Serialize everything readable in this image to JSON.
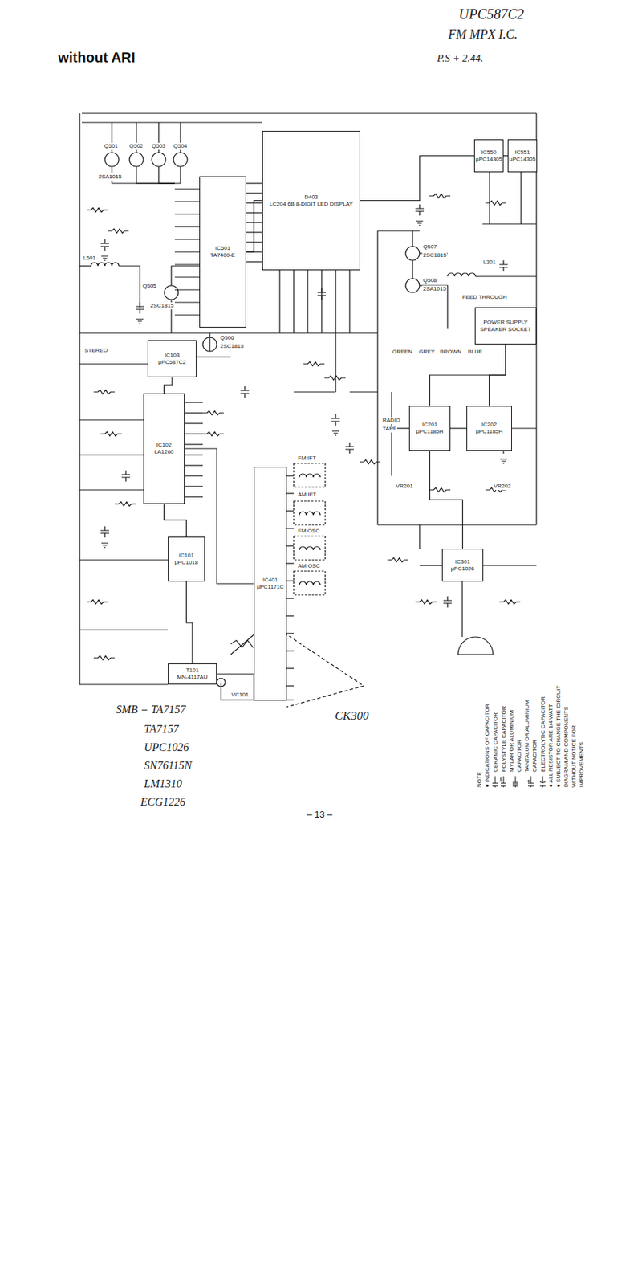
{
  "diagram": {
    "title": "without ARI",
    "caption": "– 13 –",
    "nodes": [
      {
        "text": [
          "D403",
          "LC204 6B 8-DIGIT LED DISPLAY"
        ]
      },
      {
        "text": [
          "IC501",
          "TA7400-E"
        ]
      },
      {
        "text": [
          "IC103",
          "μPC587C2"
        ]
      },
      {
        "text": [
          "IC102",
          "LA1260"
        ]
      },
      {
        "text": [
          "IC101",
          "μPC1018"
        ]
      },
      {
        "text": [
          "IC401",
          "μPC1171C"
        ]
      },
      {
        "text": [
          "T101",
          "MN-4117AU"
        ]
      },
      {
        "text": [
          "IC201",
          "μPC1185H"
        ]
      },
      {
        "text": [
          "IC202",
          "μPC1185H"
        ]
      },
      {
        "text": [
          "POWER SUPPLY SPEAKER SOCKET"
        ]
      },
      {
        "text": [
          "IC301",
          "μPC1026"
        ]
      },
      {
        "text": [
          "IC550",
          "μPC14305"
        ]
      },
      {
        "text": [
          "IC551",
          "μPC14305"
        ]
      }
    ],
    "edges": [
      {
        "from": 1,
        "to": 0,
        "arrow": "none"
      },
      {
        "from": 2,
        "to": 3,
        "arrow": "none"
      },
      {
        "from": 3,
        "to": 4,
        "arrow": "none"
      },
      {
        "from": 6,
        "to": 4,
        "arrow": "none"
      },
      {
        "from": 5,
        "to": 3,
        "arrow": "none"
      },
      {
        "from": 7,
        "to": 9,
        "arrow": "none"
      },
      {
        "from": 8,
        "to": 9,
        "arrow": "none"
      },
      {
        "from": 10,
        "to": 7,
        "arrow": "none"
      },
      {
        "from": 11,
        "to": 0,
        "arrow": "none"
      },
      {
        "from": 12,
        "to": 11,
        "arrow": "none"
      }
    ],
    "labels": [
      "UPC587C2",
      "FM MPX I.C.",
      "P.S + 2.44.",
      "SMB = TA7157",
      "TA7157",
      "UPC1026",
      "SN76115N",
      "LM1310",
      "ECG1226",
      "CK300",
      "Q501",
      "Q502",
      "Q503",
      "Q504",
      "2SA1015",
      "Q505",
      "2SC1815",
      "Q506",
      "2SC1815",
      "L501",
      "STEREO",
      "Q507",
      "2SC1815",
      "Q508",
      "2SA1015",
      "L301",
      "FEED THROUGH",
      "GREEN",
      "GREY",
      "BROWN",
      "BLUE",
      "RADIO",
      "TAPE",
      "VR201",
      "VR202",
      "FM IFT",
      "AM IFT",
      "FM OSC",
      "AM OSC",
      "VC101",
      "NOTE",
      "● INDICATIONS OF CAPACITOR",
      "● ALL RESISTOR ARE 1/4 WATT",
      "● SUBJECT TO CHANGE THE CIRCUIT DIAGRAM AND COMPONENTS WITHOUT NOTICE FOR IMPROVEMENTS"
    ],
    "legend": [
      {
        "text": "CERAMIC CAPACITOR"
      },
      {
        "text": "POLYSTYLE CAPACITOR"
      },
      {
        "text": "MYLAR OR ALUMINIUM CAPACITOR"
      },
      {
        "text": "TANTALUM OR ALUMINIUM CAPACITOR"
      },
      {
        "text": "ELECTROLYTIC CAPACITOR"
      }
    ]
  }
}
